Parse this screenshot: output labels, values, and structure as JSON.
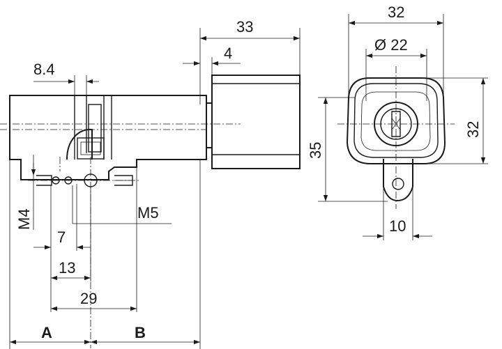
{
  "dimensions": {
    "knob_length": "33",
    "knob_offset": "4",
    "cam_offset": "8.4",
    "thread_m4": "M4",
    "thread_m5": "M5",
    "dim_7": "7",
    "dim_13": "13",
    "dim_29": "29",
    "side_a": "A",
    "side_b": "B",
    "width_32": "32",
    "diameter_22": "Ø 22",
    "height_35": "35",
    "height_32": "32",
    "cam_width_10": "10"
  }
}
